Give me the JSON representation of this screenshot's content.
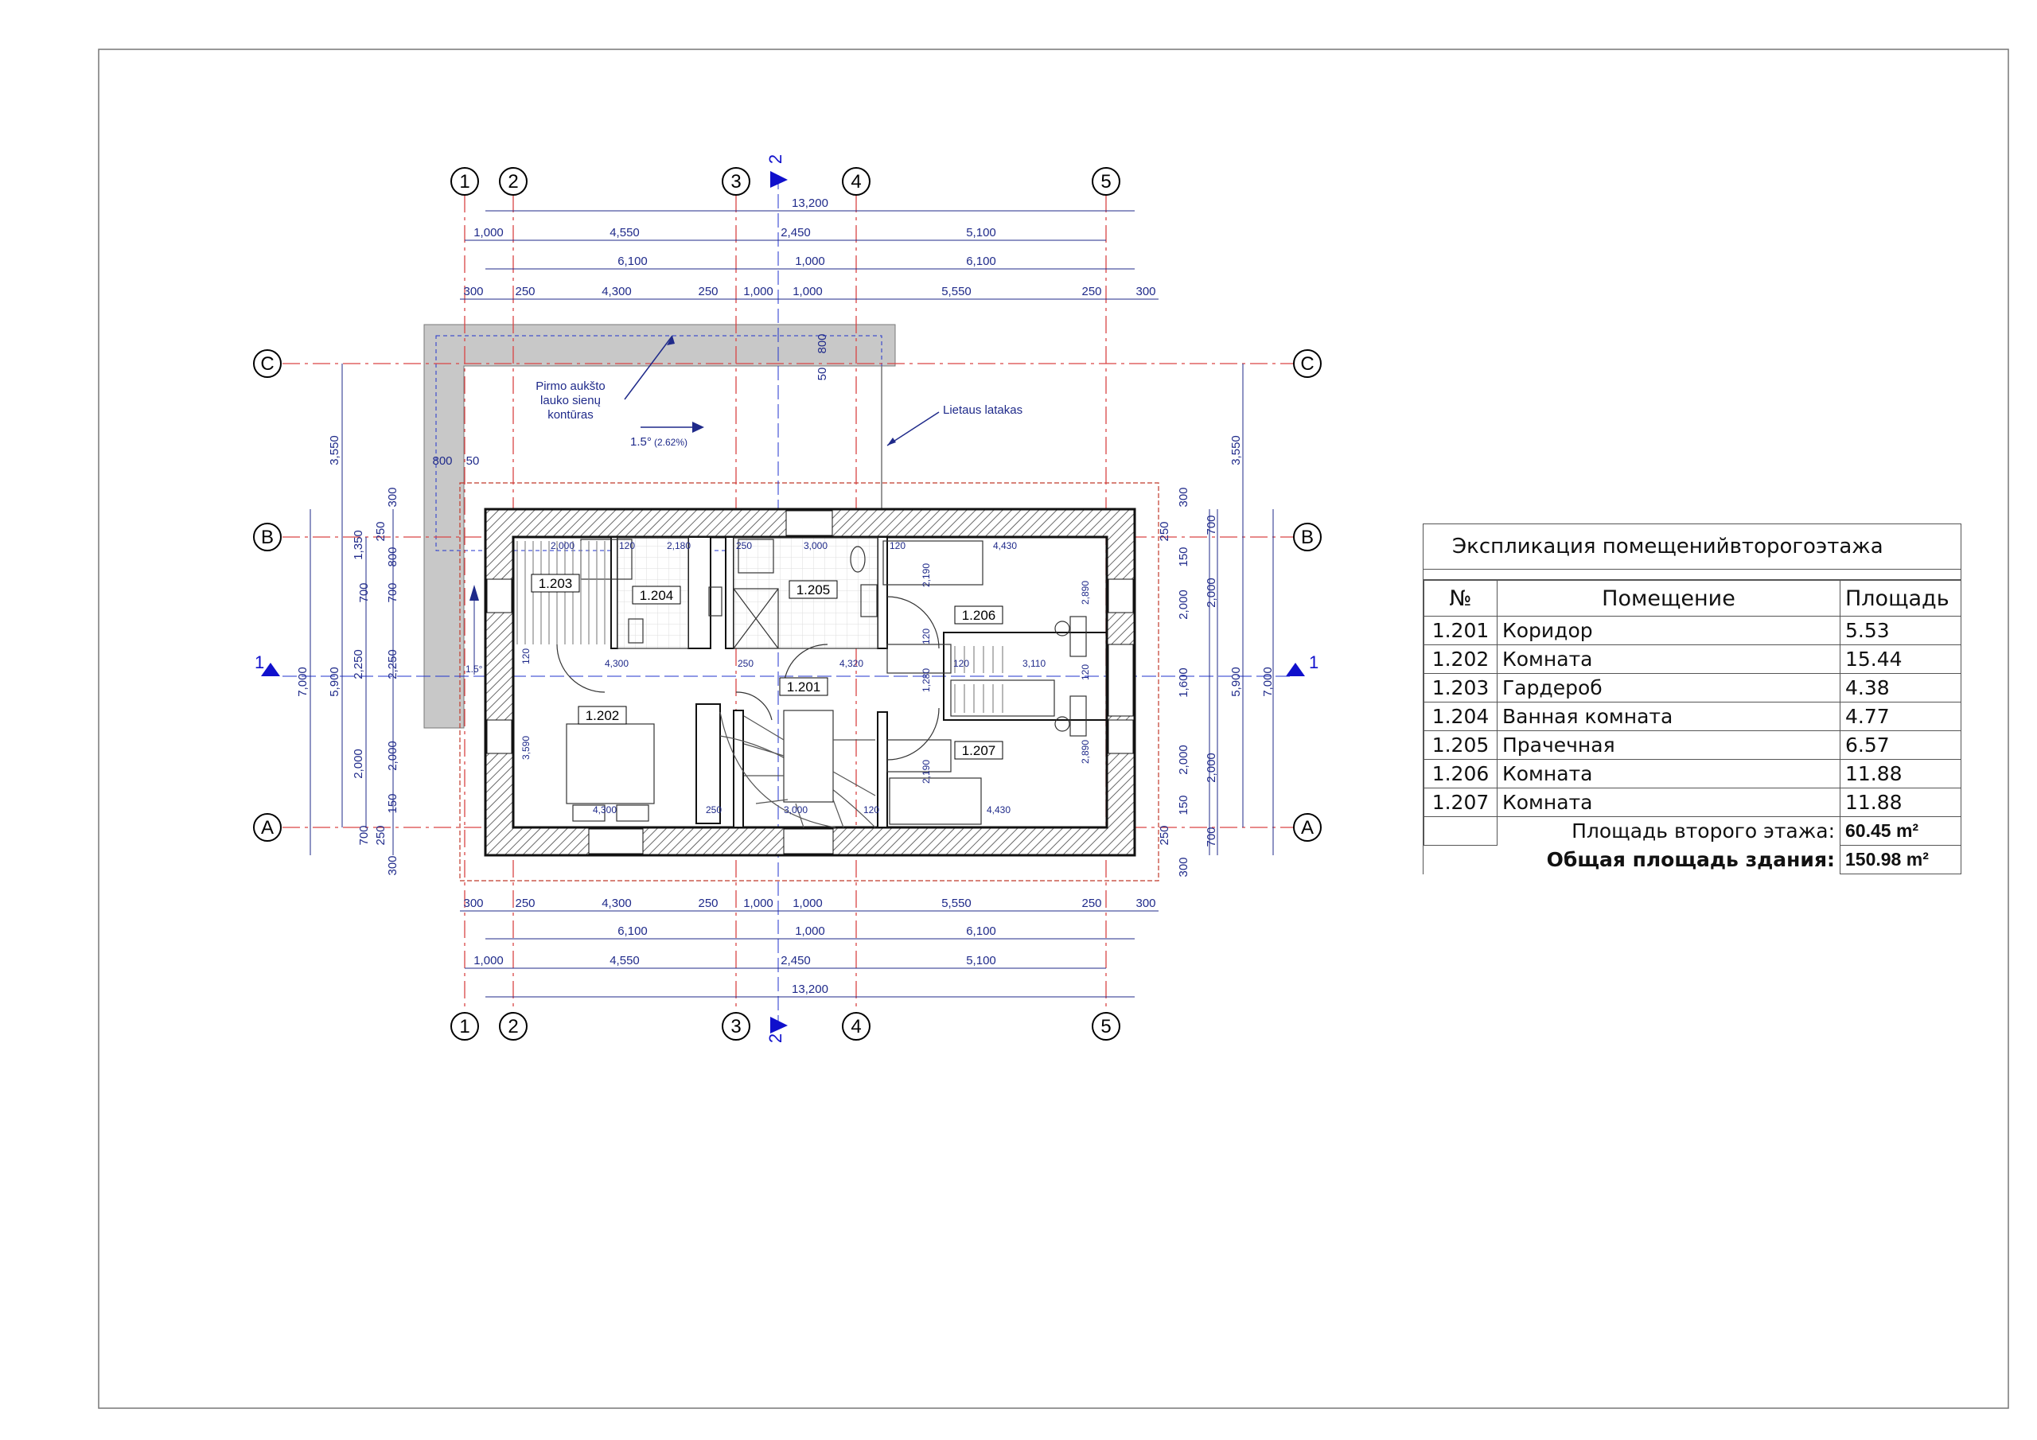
{
  "axes": {
    "numbers": [
      "1",
      "2",
      "3",
      "4",
      "5"
    ],
    "letters": [
      "C",
      "B",
      "A"
    ]
  },
  "section_marks": {
    "vertical": "2",
    "horizontal": "1"
  },
  "dims_top": {
    "overall": "13,200",
    "row2": [
      "1,000",
      "4,550",
      "2,450",
      "5,100"
    ],
    "row3": [
      "6,100",
      "1,000",
      "6,100"
    ],
    "row4": [
      "300",
      "250",
      "4,300",
      "250",
      "1,000",
      "1,000",
      "5,550",
      "250",
      "300"
    ]
  },
  "dims_bottom": {
    "row1": [
      "300",
      "250",
      "4,300",
      "250",
      "1,000",
      "1,000",
      "5,550",
      "250",
      "300"
    ],
    "row2": [
      "6,100",
      "1,000",
      "6,100"
    ],
    "row3": [
      "1,000",
      "4,550",
      "2,450",
      "5,100"
    ],
    "overall": "13,200"
  },
  "dims_left": {
    "outer": "7,000",
    "mid": "5,900",
    "c_to_b": "3,550",
    "col3": [
      "1,350",
      "2,250",
      "2,000"
    ],
    "col4": [
      "250",
      "700",
      "700",
      "250"
    ],
    "col5": [
      "300",
      "800",
      "700",
      "2,250",
      "2,000",
      "150",
      "300"
    ],
    "roof": [
      "800",
      "50"
    ]
  },
  "dims_right": {
    "outer": "7,000",
    "mid": "5,900",
    "c_to_b": "3,550",
    "col1": [
      "250",
      "250"
    ],
    "col2": [
      "300",
      "150",
      "2,000",
      "1,600",
      "2,000",
      "150",
      "300"
    ],
    "col3": [
      "700",
      "2,000",
      "2,000",
      "700"
    ],
    "roof": [
      "800",
      "50"
    ]
  },
  "interior_dims": [
    "2,000",
    "120",
    "2,180",
    "250",
    "3,000",
    "120",
    "4,430",
    "2,190",
    "2,890",
    "4,300",
    "250",
    "4,320",
    "120",
    "1,280",
    "120",
    "3,110",
    "120",
    "3,590",
    "4,300",
    "250",
    "3,000",
    "120",
    "4,430",
    "2,190",
    "2,890",
    "120",
    "1.5°"
  ],
  "notes": {
    "wall_contour": [
      "Pirmo aukšto",
      "lauko sienų",
      "kontūras"
    ],
    "slope": "1.5°",
    "slope_pct": "(2.62%)",
    "gutter": "Lietaus latakas"
  },
  "rooms": [
    "1.201",
    "1.202",
    "1.203",
    "1.204",
    "1.205",
    "1.206",
    "1.207"
  ],
  "explication": {
    "title": "Экспликация помещенийвторогоэтажа",
    "headers": [
      "№",
      "Помещение",
      "Площадь"
    ],
    "rows": [
      [
        "1.201",
        "Коридор",
        "5.53"
      ],
      [
        "1.202",
        "Комната",
        "15.44"
      ],
      [
        "1.203",
        "Гардероб",
        "4.38"
      ],
      [
        "1.204",
        "Ванная комната",
        "4.77"
      ],
      [
        "1.205",
        "Прачечная",
        "6.57"
      ],
      [
        "1.206",
        "Комната",
        "11.88"
      ],
      [
        "1.207",
        "Комната",
        "11.88"
      ]
    ],
    "floor_area_label": "Площадь второго этажа:",
    "floor_area_value": "60.45 m²",
    "total_area_label": "Общая площадь здания:",
    "total_area_value": "150.98 m²"
  },
  "colors": {
    "axis_line": "#d94545",
    "dimension": "#1f2a8a",
    "section_mark": "#1010cc",
    "roof": "#c8c8c8"
  }
}
